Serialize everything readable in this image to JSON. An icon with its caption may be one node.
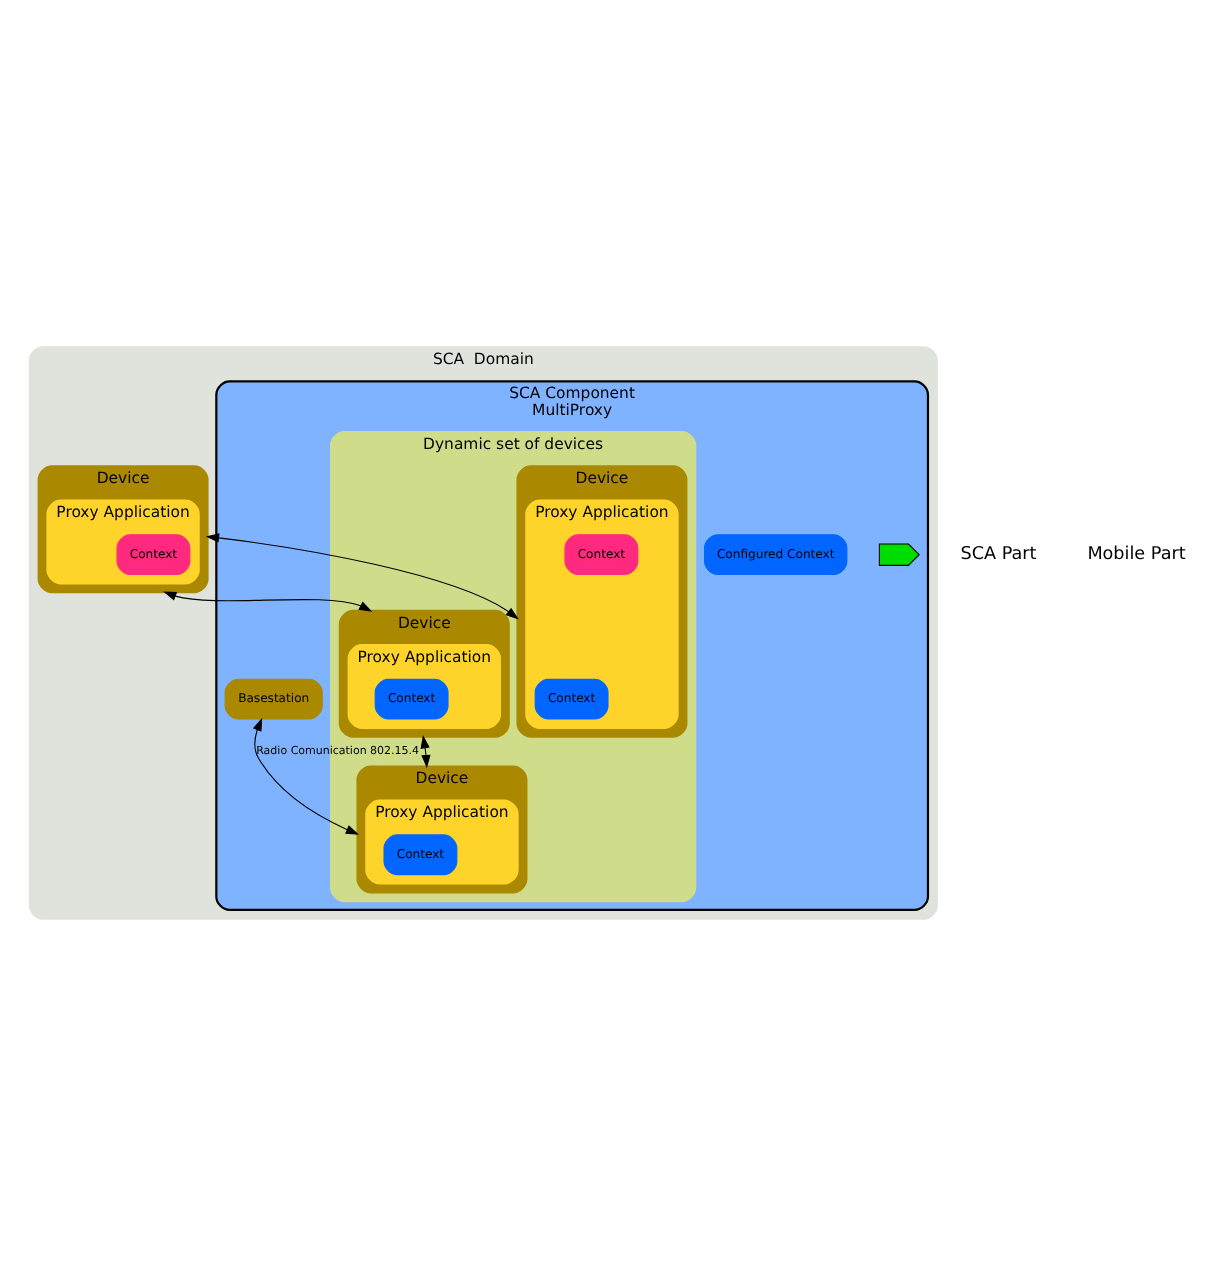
{
  "diagram": {
    "nodes": [
      {
        "text": [
          "SCA  Domain"
        ]
      },
      {
        "text": [
          "SCA Component",
          "MultiProxy"
        ],
        "in": 0
      },
      {
        "text": [],
        "shape": "chevron",
        "in": 1
      },
      {
        "text": [
          "Configured Context"
        ],
        "in": 1
      },
      {
        "text": [
          "Basestation"
        ],
        "in": 1
      },
      {
        "text": [
          "Dynamic set of devices"
        ],
        "in": 1
      },
      {
        "text": [
          "Device"
        ],
        "in": 5
      },
      {
        "text": [
          "Proxy Application"
        ],
        "in": 6
      },
      {
        "text": [
          "Context"
        ],
        "in": 7
      },
      {
        "text": [
          "Context"
        ],
        "in": 7
      },
      {
        "text": [
          "Device"
        ],
        "in": 5
      },
      {
        "text": [
          "Proxy Application"
        ],
        "in": 10
      },
      {
        "text": [
          "Context"
        ],
        "in": 11
      },
      {
        "text": [
          "Device"
        ],
        "in": 5
      },
      {
        "text": [
          "Proxy Application"
        ],
        "in": 13
      },
      {
        "text": [
          "Context"
        ],
        "in": 14
      },
      {
        "text": [
          "Device"
        ],
        "in": 0
      },
      {
        "text": [
          "Proxy Application"
        ],
        "in": 16
      },
      {
        "text": [
          "Context"
        ],
        "in": 17
      }
    ],
    "edges": [
      {
        "from": 4,
        "to": 10,
        "arrow": "both",
        "label": "Radio Comunication 802.15.4"
      },
      {
        "from": 13,
        "to": 10,
        "arrow": "both"
      },
      {
        "from": 16,
        "to": 6,
        "arrow": "both"
      },
      {
        "from": 16,
        "to": 13,
        "arrow": "both"
      }
    ],
    "labels": [
      "SCA Part",
      "Mobile Part"
    ]
  }
}
